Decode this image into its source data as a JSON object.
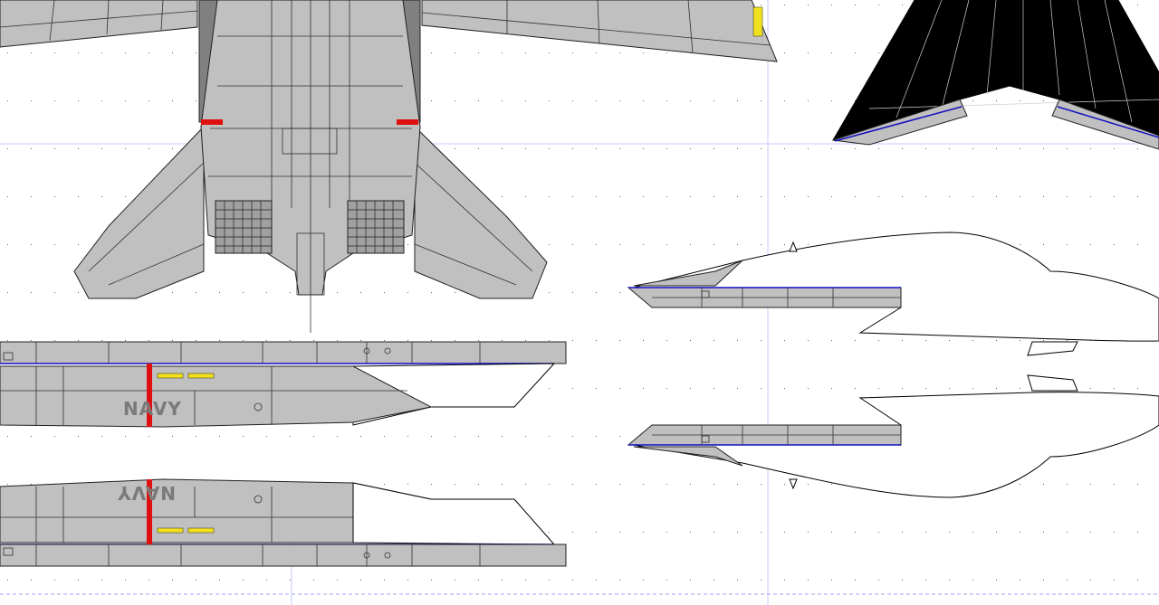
{
  "texture": {
    "upper_decal": "NAVY",
    "lower_decal": "NAVY"
  },
  "colors": {
    "background": "#ffffff",
    "grid_dot": "#606060",
    "guide_line": "#c8c8ff",
    "hull_gray": "#c0c0c0",
    "hull_dark": "#808080",
    "tail_black": "#000000",
    "stripe_red": "#e01010",
    "marker_yellow": "#f0e020",
    "edge_blue": "#1010c0"
  },
  "icons": [
    "dot-grid",
    "guide-line",
    "aircraft-underside-view",
    "vertical-tail-black",
    "side-view-upper",
    "side-view-lower",
    "outline-view-upper",
    "outline-view-lower"
  ]
}
